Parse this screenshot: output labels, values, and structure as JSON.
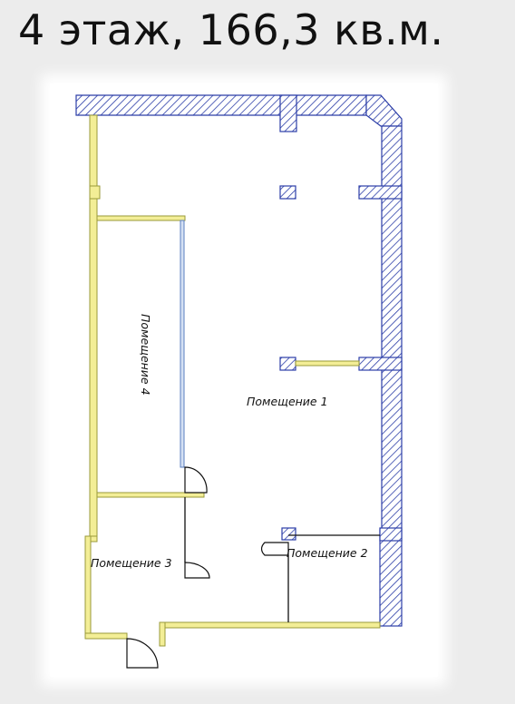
{
  "header": {
    "title": "4 этаж, 166,3 кв.м."
  },
  "rooms": [
    {
      "id": "room-1",
      "label": "Помещение 1"
    },
    {
      "id": "room-2",
      "label": "Помещение 2"
    },
    {
      "id": "room-3",
      "label": "Помещение 3"
    },
    {
      "id": "room-4",
      "label": "Помещение 4"
    }
  ],
  "colors": {
    "hatch_wall": "#2c3ea8",
    "partition_fill": "#f3ee96",
    "partition_stroke": "#9a9a3a",
    "glass_wall": "#5b7fc2",
    "line": "#111111"
  }
}
